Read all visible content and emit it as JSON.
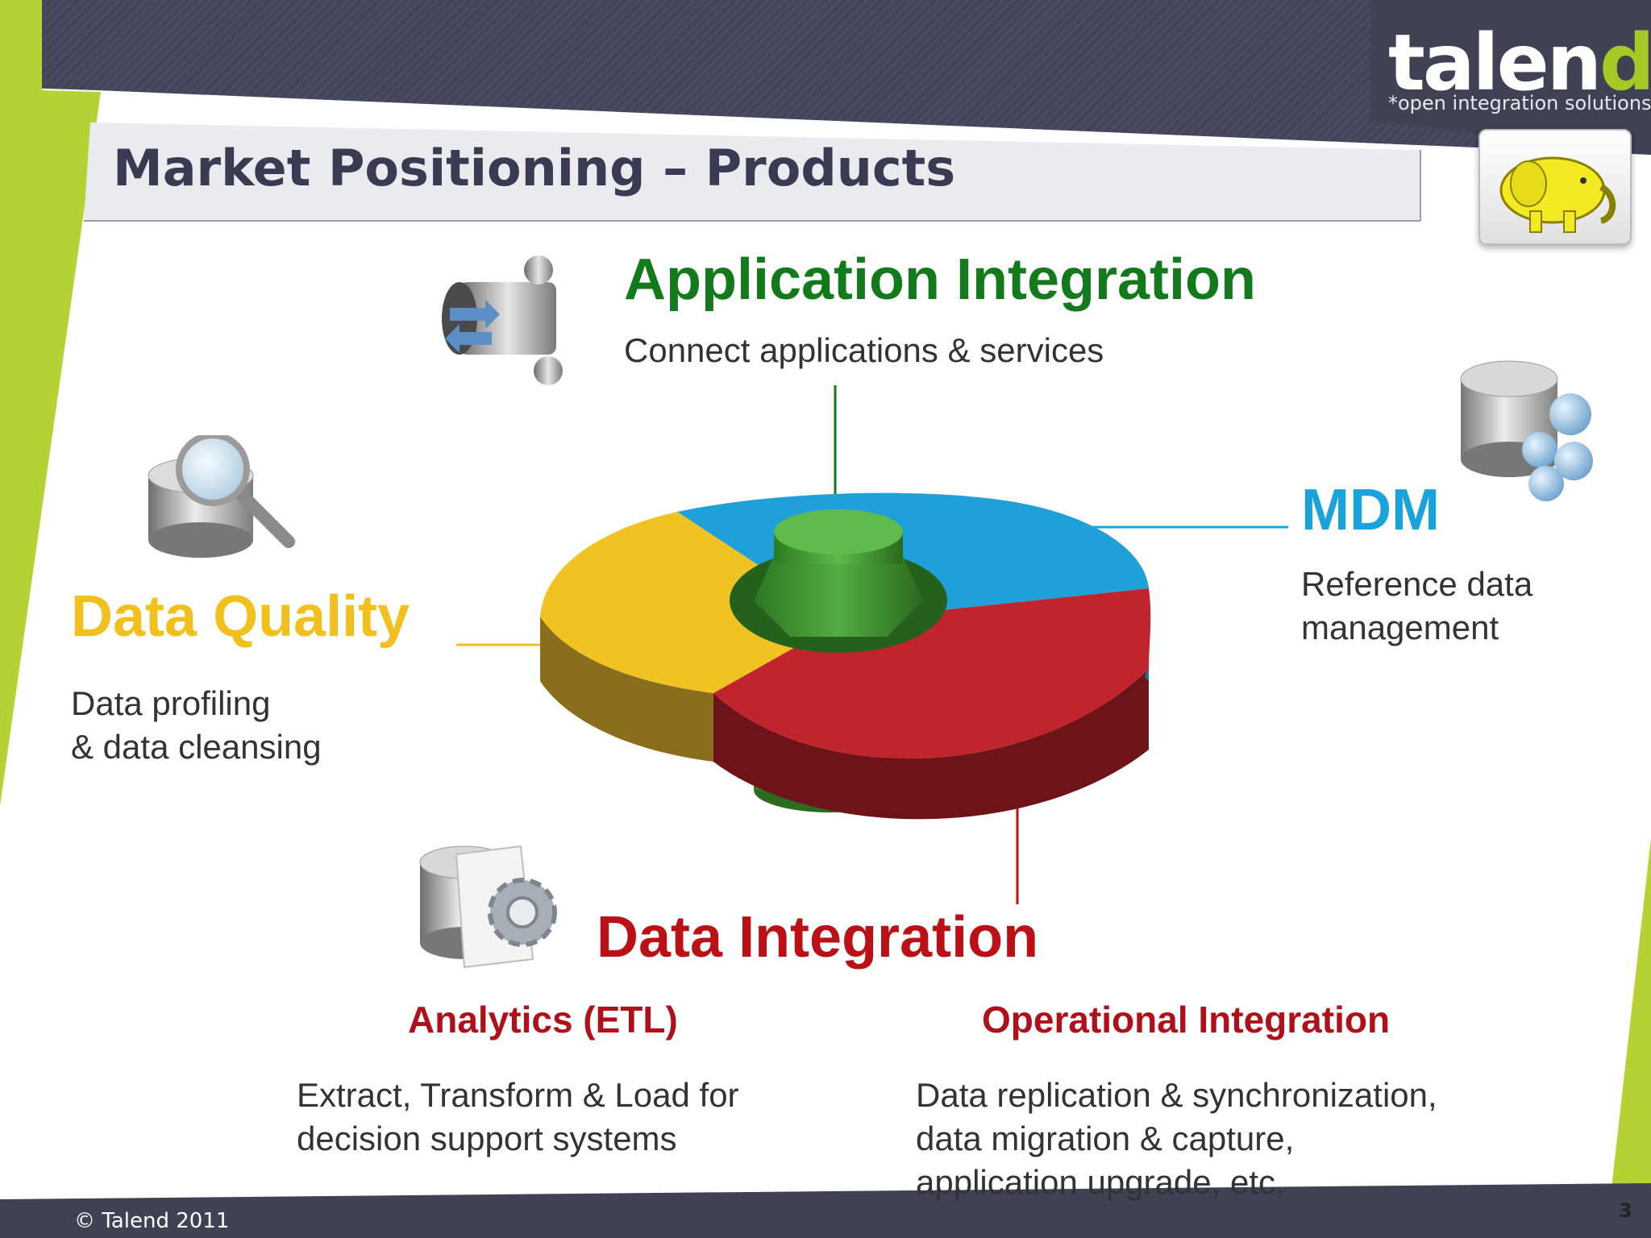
{
  "slide": {
    "title": "Market Positioning – Products",
    "footer": "© Talend 2011",
    "page_number": "3"
  },
  "logo": {
    "word_main": "talen",
    "word_accent": "d",
    "asterisk": "*",
    "tagline": "*open integration solutions"
  },
  "segments": {
    "application_integration": {
      "title": "Application Integration",
      "description": "Connect applications & services",
      "icon": "puzzle-cylinder-icon",
      "color": "#137a1c"
    },
    "mdm": {
      "title": "MDM",
      "description_lines": [
        "Reference data",
        "management"
      ],
      "icon": "database-bubbles-icon",
      "color": "#1aa2dd"
    },
    "data_quality": {
      "title": "Data Quality",
      "description_lines": [
        "Data profiling",
        "& data cleansing"
      ],
      "icon": "database-magnifier-icon",
      "color": "#f2c01c"
    },
    "data_integration": {
      "title": "Data Integration",
      "icon": "database-gear-icon",
      "color": "#bb1016",
      "analytics": {
        "title": "Analytics (ETL)",
        "description_lines": [
          "Extract, Transform & Load for",
          "decision support systems"
        ]
      },
      "operational": {
        "title": "Operational Integration",
        "description_lines": [
          "Data replication & synchronization,",
          "data migration & capture,",
          "application upgrade, etc."
        ]
      }
    }
  },
  "colors": {
    "header_band": "#414154",
    "accent_lime": "#b5d234",
    "title_bar": "#ebebef"
  }
}
